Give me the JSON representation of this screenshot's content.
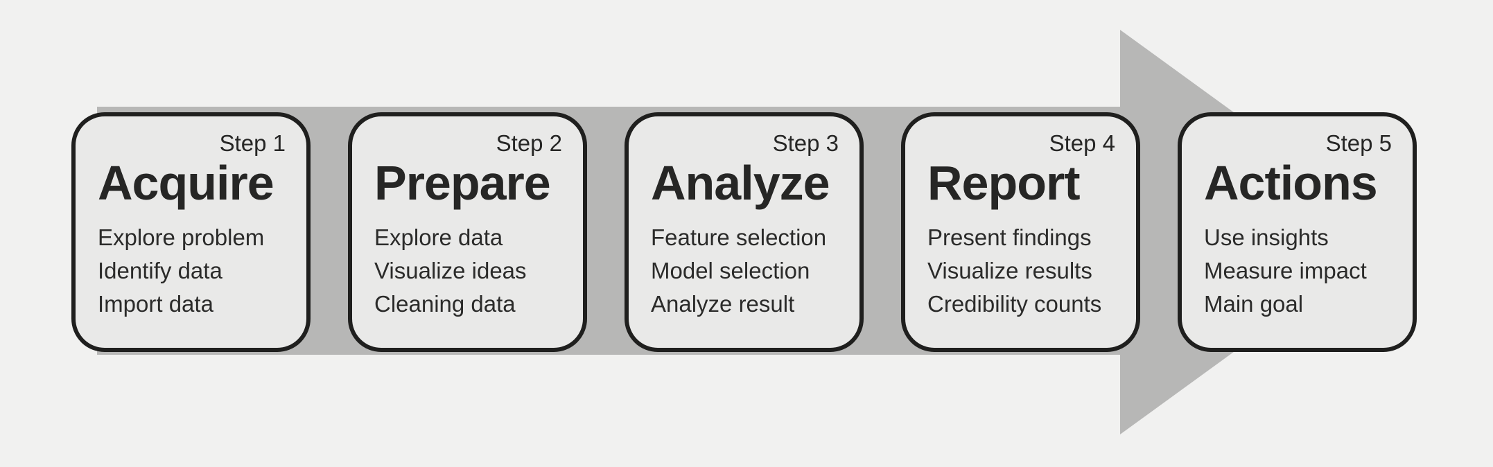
{
  "diagram": {
    "type": "process-flow",
    "direction": "left-to-right",
    "colors": {
      "background": "#f1f1f0",
      "arrow": "#b7b7b6",
      "box_fill": "#e9e9e8",
      "box_border": "#1f1f1e",
      "title_text": "#262625",
      "body_text": "#2b2b2a"
    },
    "arrow_icon": "right-arrow",
    "steps": [
      {
        "label": "Step 1",
        "title": "Acquire",
        "items": [
          "Explore problem",
          "Identify data",
          "Import data"
        ]
      },
      {
        "label": "Step 2",
        "title": "Prepare",
        "items": [
          "Explore data",
          "Visualize ideas",
          "Cleaning data"
        ]
      },
      {
        "label": "Step 3",
        "title": "Analyze",
        "items": [
          "Feature selection",
          "Model selection",
          "Analyze result"
        ]
      },
      {
        "label": "Step 4",
        "title": "Report",
        "items": [
          "Present findings",
          "Visualize results",
          "Credibility counts"
        ]
      },
      {
        "label": "Step 5",
        "title": "Actions",
        "items": [
          "Use insights",
          "Measure impact",
          "Main goal"
        ]
      }
    ]
  }
}
